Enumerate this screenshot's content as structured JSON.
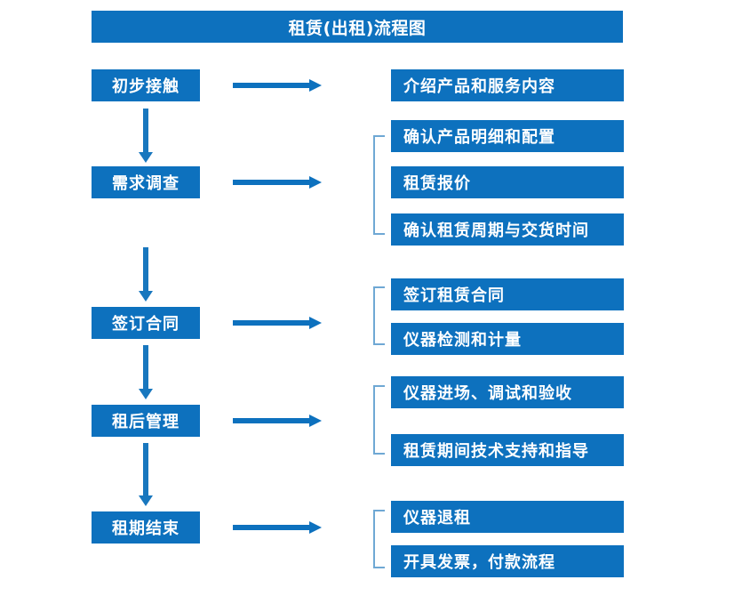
{
  "chart_data": {
    "type": "diagram",
    "title": "租赁(出租)流程图",
    "accent_color": "#0D71BE",
    "bracket_color": "#6FA8D4",
    "stages": [
      {
        "label": "初步接触",
        "details": [
          "介绍产品和服务内容"
        ]
      },
      {
        "label": "需求调查",
        "details": [
          "确认产品明细和配置",
          "租赁报价",
          "确认租赁周期与交货时间"
        ]
      },
      {
        "label": "签订合同",
        "details": [
          "签订租赁合同",
          "仪器检测和计量"
        ]
      },
      {
        "label": "租后管理",
        "details": [
          "仪器进场、调试和验收",
          "租赁期间技术支持和指导"
        ]
      },
      {
        "label": "租期结束",
        "details": [
          "仪器退租",
          "开具发票，付款流程"
        ]
      }
    ]
  },
  "header": {
    "title": "租赁(出租)流程图"
  },
  "flow": {
    "stages": [
      {
        "label": "初步接触"
      },
      {
        "label": "需求调查"
      },
      {
        "label": "签订合同"
      },
      {
        "label": "租后管理"
      },
      {
        "label": "租期结束"
      }
    ],
    "details": [
      {
        "label": "介绍产品和服务内容"
      },
      {
        "label": "确认产品明细和配置"
      },
      {
        "label": "租赁报价"
      },
      {
        "label": "确认租赁周期与交货时间"
      },
      {
        "label": "签订租赁合同"
      },
      {
        "label": "仪器检测和计量"
      },
      {
        "label": "仪器进场、调试和验收"
      },
      {
        "label": "租赁期间技术支持和指导"
      },
      {
        "label": "仪器退租"
      },
      {
        "label": "开具发票，付款流程"
      }
    ]
  }
}
